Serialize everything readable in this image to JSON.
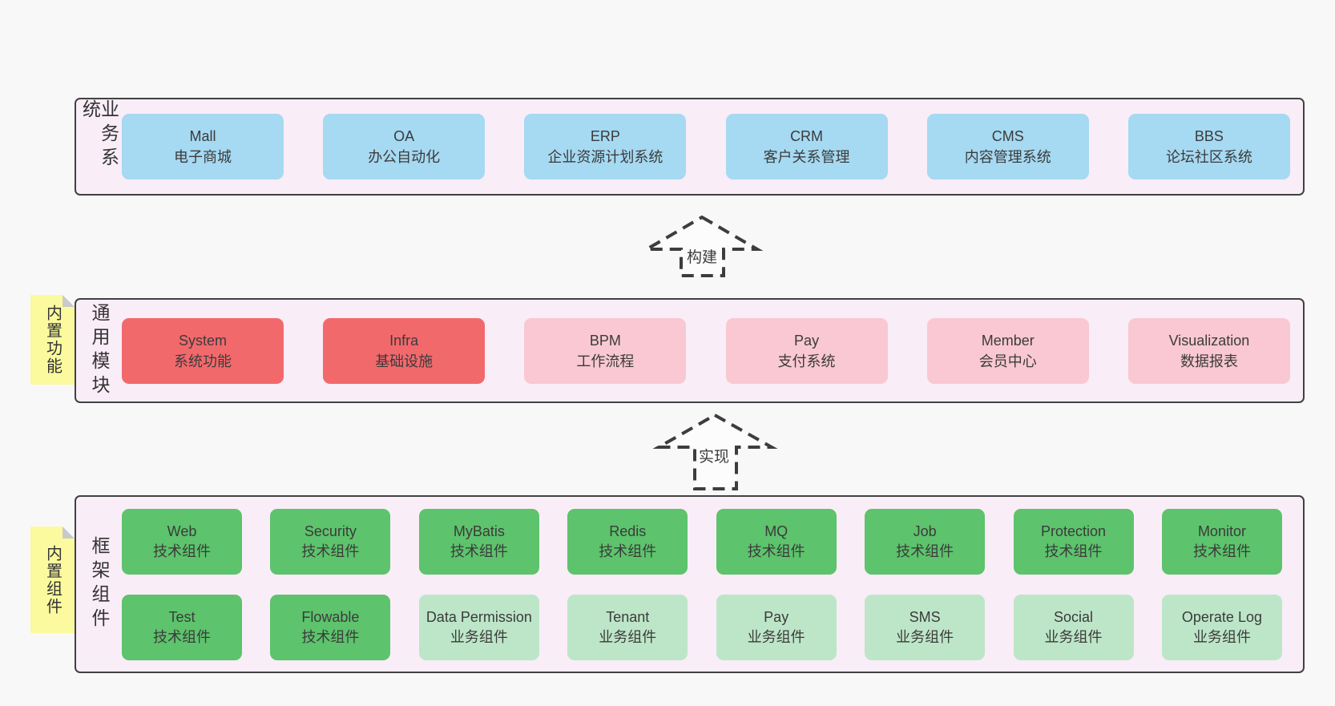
{
  "colors": {
    "page_background": "#f8f8f8",
    "band_background": "#f9edf7",
    "band_border": "#414141",
    "blue_box": "#a6d9f2",
    "red_box": "#f2696c",
    "pink_box": "#f9c8d2",
    "green_box": "#5dc36c",
    "light_green_box": "#bde6c8",
    "note_yellow": "#fbfa9e",
    "note_fold_gray": "#c9c9c9",
    "text": "#3d3d3d"
  },
  "bands": [
    {
      "label": "业务系统",
      "boxes": [
        {
          "name": "Mall",
          "desc": "电子商城"
        },
        {
          "name": "OA",
          "desc": "办公自动化"
        },
        {
          "name": "ERP",
          "desc": "企业资源计划系统"
        },
        {
          "name": "CRM",
          "desc": "客户关系管理"
        },
        {
          "name": "CMS",
          "desc": "内容管理系统"
        },
        {
          "name": "BBS",
          "desc": "论坛社区系统"
        }
      ]
    },
    {
      "label": "通用模块",
      "note": "内置功能",
      "boxes": [
        {
          "name": "System",
          "desc": "系统功能"
        },
        {
          "name": "Infra",
          "desc": "基础设施"
        },
        {
          "name": "BPM",
          "desc": "工作流程"
        },
        {
          "name": "Pay",
          "desc": "支付系统"
        },
        {
          "name": "Member",
          "desc": "会员中心"
        },
        {
          "name": "Visualization",
          "desc": "数据报表"
        }
      ]
    },
    {
      "label": "框架组件",
      "note": "内置组件",
      "rows": [
        [
          {
            "name": "Web",
            "desc": "技术组件"
          },
          {
            "name": "Security",
            "desc": "技术组件"
          },
          {
            "name": "MyBatis",
            "desc": "技术组件"
          },
          {
            "name": "Redis",
            "desc": "技术组件"
          },
          {
            "name": "MQ",
            "desc": "技术组件"
          },
          {
            "name": "Job",
            "desc": "技术组件"
          },
          {
            "name": "Protection",
            "desc": "技术组件"
          },
          {
            "name": "Monitor",
            "desc": "技术组件"
          }
        ],
        [
          {
            "name": "Test",
            "desc": "技术组件"
          },
          {
            "name": "Flowable",
            "desc": "技术组件"
          },
          {
            "name": "Data Permission",
            "desc": "业务组件"
          },
          {
            "name": "Tenant",
            "desc": "业务组件"
          },
          {
            "name": "Pay",
            "desc": "业务组件"
          },
          {
            "name": "SMS",
            "desc": "业务组件"
          },
          {
            "name": "Social",
            "desc": "业务组件"
          },
          {
            "name": "Operate Log",
            "desc": "业务组件"
          }
        ]
      ]
    }
  ],
  "arrows": [
    {
      "label": "构建"
    },
    {
      "label": "实现"
    }
  ]
}
